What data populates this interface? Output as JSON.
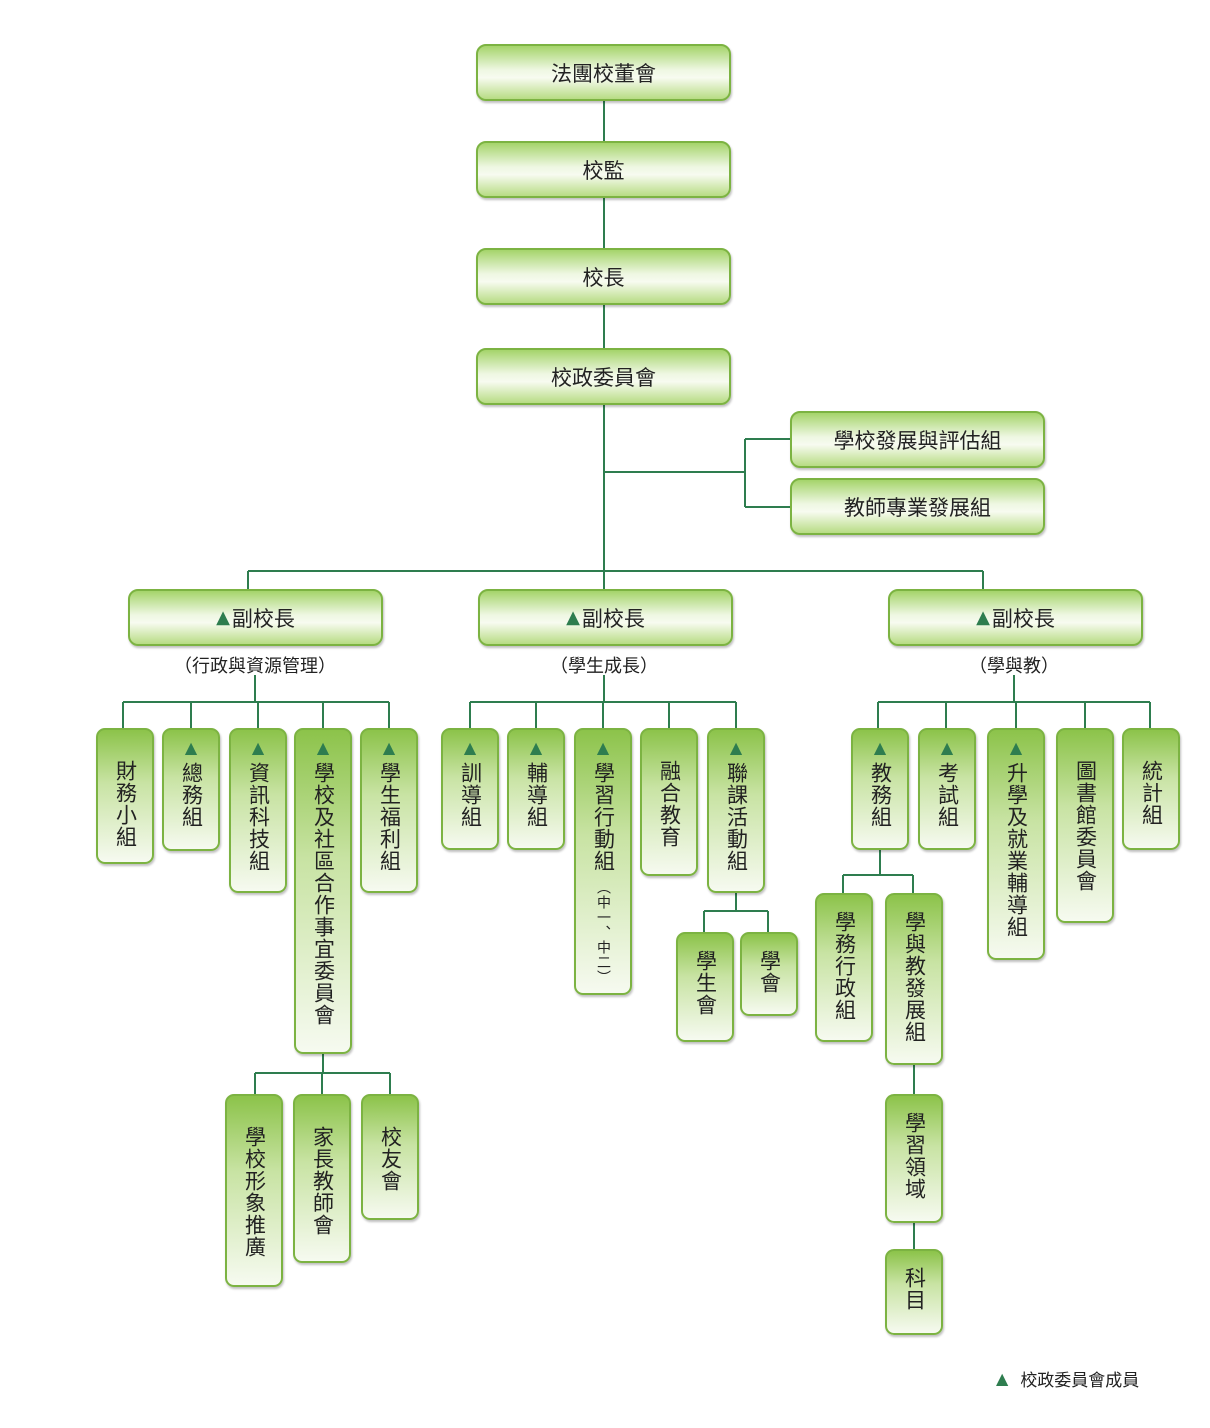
{
  "top": [
    "法團校董會",
    "校監",
    "校長",
    "校政委員會"
  ],
  "side": [
    "學校發展與評估組",
    "教師專業發展組"
  ],
  "vp": {
    "label": "副校長",
    "subs": [
      "（行政與資源管理）",
      "（學生成長）",
      "（學與教）"
    ]
  },
  "left": [
    "財務小組",
    "總務組",
    "資訊科技組",
    "學校及社區合作事宜委員會",
    "學生福利組"
  ],
  "left_sub": [
    "學校形象推廣",
    "家長教師會",
    "校友會"
  ],
  "mid": [
    "訓導組",
    "輔導組",
    "學習行動組",
    "融合教育",
    "聯課活動組"
  ],
  "mid_note": "（中一、中二）",
  "mid_sub": [
    "學生會",
    "學會"
  ],
  "right": [
    "教務組",
    "考試組",
    "升學及就業輔導組",
    "圖書館委員會",
    "統計組"
  ],
  "right_sub": [
    "學務行政組",
    "學與教發展組"
  ],
  "right_sub2": [
    "學習領域",
    "科目"
  ],
  "legend": "校政委員會成員",
  "marker": "▲",
  "colors": {
    "line": "#2e7d4f",
    "border": "#7cb342",
    "marker": "#2e7d4f"
  }
}
